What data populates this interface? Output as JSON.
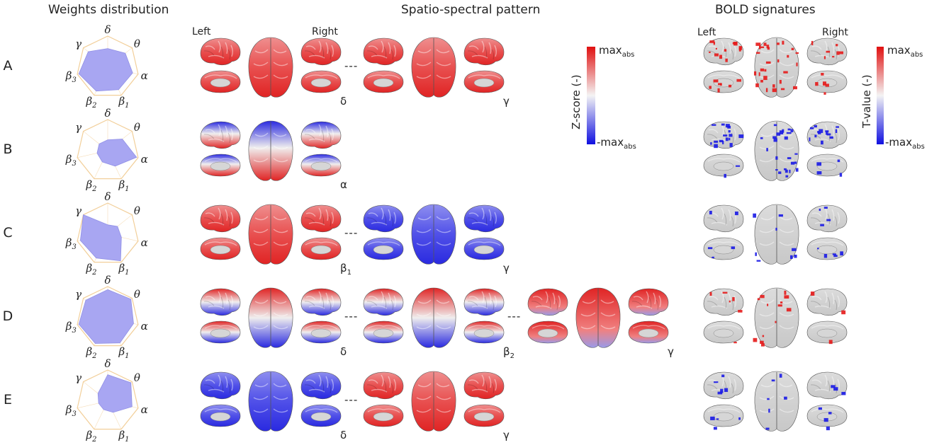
{
  "headers": {
    "weights": "Weights distribution",
    "spatio": "Spatio-spectral pattern",
    "bold": "BOLD signatures"
  },
  "side_labels": {
    "left": "Left",
    "right": "Right"
  },
  "radar_axes": [
    "δ",
    "θ",
    "α",
    "β1",
    "β2",
    "β3",
    "γ"
  ],
  "colorbars": {
    "z": {
      "title": "Z-score (-)",
      "max": "max",
      "min": "-max",
      "sub": "abs"
    },
    "t": {
      "title": "T-value (-)",
      "max": "max",
      "min": "-max",
      "sub": "abs"
    }
  },
  "colors": {
    "negative": "#1515e0",
    "neutral": "#f2f2f2",
    "positive": "#e01515",
    "radar_fill": "#a8a6f2",
    "radar_frame": "#f2cf9a"
  },
  "separator": "---",
  "rows": [
    {
      "label": "A",
      "weights": [
        0.6,
        0.72,
        0.82,
        0.8,
        0.85,
        0.95,
        0.8
      ],
      "patterns": [
        {
          "band": "δ",
          "tint": "pos"
        },
        {
          "band": "γ",
          "tint": "pos"
        }
      ],
      "bold": "pos"
    },
    {
      "label": "B",
      "weights": [
        0.35,
        0.6,
        0.95,
        0.55,
        0.4,
        0.35,
        0.35
      ],
      "patterns": [
        {
          "band": "α",
          "tint": "mixB"
        }
      ],
      "bold": "neg"
    },
    {
      "label": "C",
      "weights": [
        0.3,
        0.4,
        0.45,
        0.95,
        0.85,
        0.9,
        1.0
      ],
      "patterns": [
        {
          "band": "β1",
          "tint": "pos"
        },
        {
          "band": "γ",
          "tint": "neg"
        }
      ],
      "bold": "sparseneg"
    },
    {
      "label": "D",
      "weights": [
        0.9,
        0.95,
        0.85,
        0.9,
        0.92,
        0.95,
        0.9
      ],
      "patterns": [
        {
          "band": "δ",
          "tint": "mix"
        },
        {
          "band": "β2",
          "tint": "mix"
        },
        {
          "band": "γ",
          "tint": "mixpos"
        }
      ],
      "bold": "sparsepos"
    },
    {
      "label": "E",
      "weights": [
        0.85,
        0.95,
        0.8,
        0.4,
        0.3,
        0.3,
        0.4
      ],
      "patterns": [
        {
          "band": "δ",
          "tint": "neg"
        },
        {
          "band": "γ",
          "tint": "pos"
        }
      ],
      "bold": "sparseneg2"
    }
  ]
}
